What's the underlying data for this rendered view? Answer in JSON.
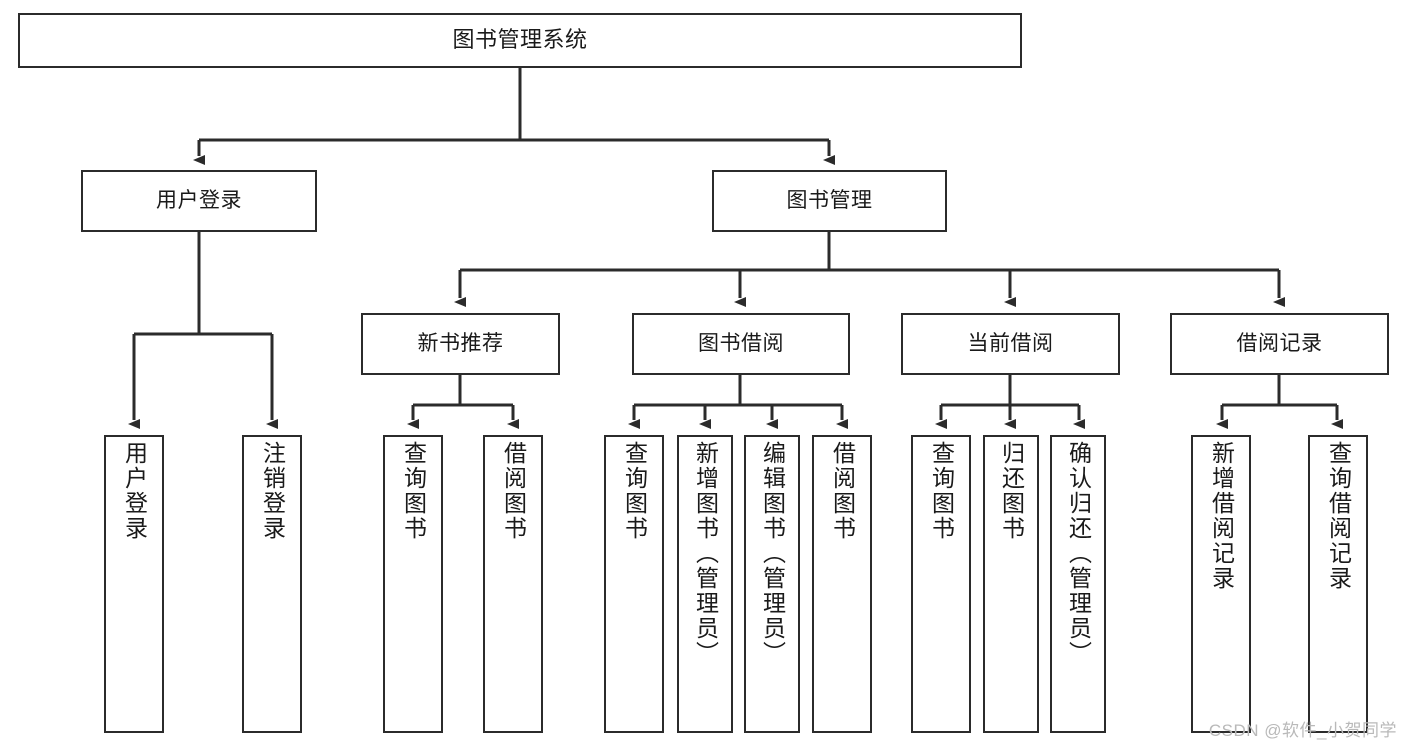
{
  "diagram": {
    "title": "图书管理系统",
    "watermark": "CSDN @软件_小贺同学",
    "colors": {
      "stroke": "#2b2b2b",
      "node_fill": "#ffffff",
      "text": "#1a1a1a",
      "background": "#ffffff",
      "watermark": "#b9b9b9"
    },
    "nodes": {
      "root": {
        "label": "图书管理系统"
      },
      "level2": [
        {
          "id": "user-login",
          "label": "用户登录"
        },
        {
          "id": "book-management",
          "label": "图书管理"
        }
      ],
      "level3": [
        {
          "id": "new-book-recommend",
          "label": "新书推荐"
        },
        {
          "id": "book-borrow",
          "label": "图书借阅"
        },
        {
          "id": "current-borrow",
          "label": "当前借阅"
        },
        {
          "id": "borrow-record",
          "label": "借阅记录"
        }
      ],
      "leaves": {
        "user_login": [
          {
            "id": "leaf-user-login",
            "label": "用户登录"
          },
          {
            "id": "leaf-logout-login",
            "label": "注销登录"
          }
        ],
        "new_book_recommend": [
          {
            "id": "leaf-query-book-1",
            "label": "查询图书"
          },
          {
            "id": "leaf-borrow-book-1",
            "label": "借阅图书"
          }
        ],
        "book_borrow": [
          {
            "id": "leaf-query-book-2",
            "label": "查询图书"
          },
          {
            "id": "leaf-add-book",
            "label": "新增图书（管理员）"
          },
          {
            "id": "leaf-edit-book",
            "label": "编辑图书（管理员）"
          },
          {
            "id": "leaf-borrow-book-2",
            "label": "借阅图书"
          }
        ],
        "current_borrow": [
          {
            "id": "leaf-query-book-3",
            "label": "查询图书"
          },
          {
            "id": "leaf-return-book",
            "label": "归还图书"
          },
          {
            "id": "leaf-confirm-return",
            "label": "确认归还（管理员）"
          }
        ],
        "borrow_record": [
          {
            "id": "leaf-add-record",
            "label": "新增借阅记录"
          },
          {
            "id": "leaf-query-record",
            "label": "查询借阅记录"
          }
        ]
      }
    }
  }
}
